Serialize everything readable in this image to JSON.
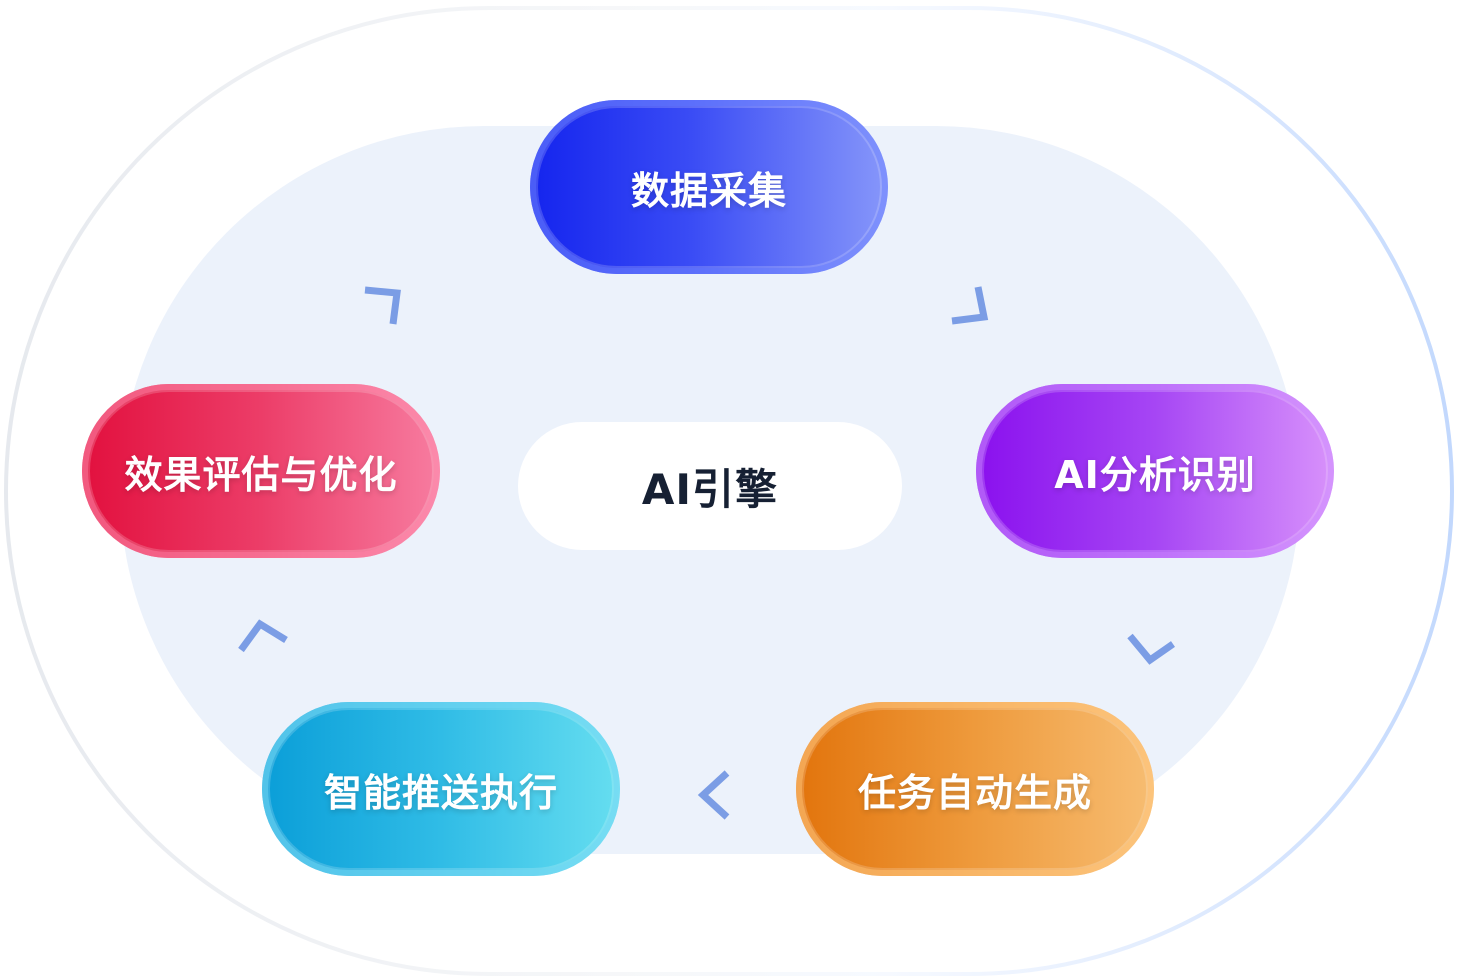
{
  "center": {
    "label": "AI引擎"
  },
  "nodes": {
    "collect": {
      "label": "数据采集",
      "color_start": "#1424ee",
      "color_end": "#8797fa"
    },
    "analysis": {
      "label": "AI分析识别",
      "color_start": "#8a10ee",
      "color_end": "#d892fb"
    },
    "generate": {
      "label": "任务自动生成",
      "color_start": "#e2740c",
      "color_end": "#f7bd72"
    },
    "push": {
      "label": "智能推送执行",
      "color_start": "#0a9ed8",
      "color_end": "#66def0"
    },
    "evaluate": {
      "label": "效果评估与优化",
      "color_start": "#e2103e",
      "color_end": "#f77ca0"
    }
  },
  "flow": {
    "order": [
      "数据采集",
      "AI分析识别",
      "任务自动生成",
      "智能推送执行",
      "效果评估与优化"
    ],
    "arrow_color": "#7a9ee6",
    "arrow_icon": "chevron-icon"
  },
  "colors": {
    "inner_background": "#ecf2fb",
    "outer_ring_left": "#e4e8ee",
    "outer_ring_right": "#c4dafd"
  }
}
